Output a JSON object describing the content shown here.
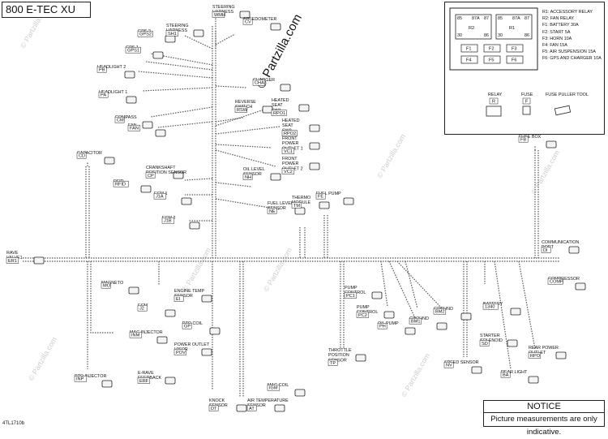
{
  "title": "800 E-TEC XU",
  "watermark": "© Partzilla.com",
  "drawing_code": "4TL1710b",
  "notice": {
    "title": "NOTICE",
    "text": "Picture measurements are only indicative."
  },
  "legend": {
    "relay_codes": [
      "R2",
      "R1"
    ],
    "relay_pins": [
      "85",
      "87A",
      "87",
      "30",
      "86"
    ],
    "fuse_codes": [
      "F1",
      "F2",
      "F3",
      "F4",
      "F5",
      "F6"
    ],
    "items": [
      "R1: ACCESSORY RELAY",
      "R2: FAN RELAY",
      "F1: BATTERY 30A",
      "F2: START 5A",
      "F3: HORN 10A",
      "F4: FAN 15A",
      "F5: AIR SUSPENSION 15A",
      "F6: GPS AND CHARGER 10A"
    ],
    "parts": [
      {
        "name": "RELAY",
        "code": "R"
      },
      {
        "name": "FUSE",
        "code": "F"
      },
      {
        "name": "FUSE PULLER TOOL",
        "code": ""
      }
    ]
  },
  "connectors": [
    {
      "id": "steering_harness_wmh",
      "code": "WMH",
      "lines": [
        "STEERING",
        "HARNESS"
      ]
    },
    {
      "id": "speedometer",
      "code": "CV",
      "lines": [
        "SPEEDOMETER"
      ]
    },
    {
      "id": "steering_harness_sh1",
      "code": "SH1",
      "lines": [
        "STEERING",
        "HARNESS"
      ]
    },
    {
      "id": "gps2",
      "code": "GPS2",
      "lines": [
        "GPS 2"
      ]
    },
    {
      "id": "gps1",
      "code": "GPS1",
      "lines": [
        "GPS 1"
      ]
    },
    {
      "id": "headlight2",
      "code": "PB",
      "lines": [
        "HEADLIGHT 2"
      ]
    },
    {
      "id": "headlight1",
      "code": "PA",
      "lines": [
        "HEADLIGHT 1"
      ]
    },
    {
      "id": "charger",
      "code": "CHA",
      "lines": [
        "CHARGER"
      ]
    },
    {
      "id": "compass",
      "code": "CM",
      "lines": [
        "COMPASS"
      ]
    },
    {
      "id": "fan",
      "code": "FAN",
      "lines": [
        "FAN"
      ]
    },
    {
      "id": "reverse_switch",
      "code": "RSW",
      "lines": [
        "REVERSE",
        "SWITCH"
      ]
    },
    {
      "id": "heated_seat_sw1",
      "code": "RPO1",
      "lines": [
        "HEATED",
        "SEAT",
        "SW1"
      ]
    },
    {
      "id": "heated_seat_sw2",
      "code": "RPO2",
      "lines": [
        "HEATED",
        "SEAT",
        "SW2"
      ]
    },
    {
      "id": "front_power_outlet1",
      "code": "VC1",
      "lines": [
        "FRONT",
        "POWER",
        "OUTLET 1"
      ]
    },
    {
      "id": "front_power_outlet2",
      "code": "VC2",
      "lines": [
        "FRONT",
        "POWER",
        "OUTLET 2"
      ]
    },
    {
      "id": "capacitor",
      "code": "CD",
      "lines": [
        "CAPACITOR"
      ]
    },
    {
      "id": "crankshaft_sensor",
      "code": "CP",
      "lines": [
        "CRANKSHAFT",
        "POSITION SENSOR"
      ]
    },
    {
      "id": "rfid",
      "code": "RFID",
      "lines": [
        "RFID"
      ]
    },
    {
      "id": "oil_level_sensor",
      "code": "NH",
      "lines": [
        "OIL LEVEL",
        "SENSOR"
      ]
    },
    {
      "id": "ecm1",
      "code": "J1A",
      "lines": [
        "ECM 1"
      ]
    },
    {
      "id": "fuel_level_sensor",
      "code": "NE",
      "lines": [
        "FUEL LEVEL",
        "SENSOR"
      ]
    },
    {
      "id": "thermo_module",
      "code": "TM",
      "lines": [
        "THERMO",
        "MODULE"
      ]
    },
    {
      "id": "fuel_pump",
      "code": "FE",
      "lines": [
        "FUEL PUMP"
      ]
    },
    {
      "id": "ecm2",
      "code": "J1B",
      "lines": [
        "ECM 2"
      ]
    },
    {
      "id": "fuse_box",
      "code": "FB",
      "lines": [
        "FUSE BOX"
      ]
    },
    {
      "id": "rave_valve1",
      "code": "ER1",
      "lines": [
        "RAVE",
        "VALVE1"
      ]
    },
    {
      "id": "communication_port",
      "code": "DI",
      "lines": [
        "COMMUNICATION",
        "PORT"
      ]
    },
    {
      "id": "compressor",
      "code": "COMP",
      "lines": [
        "COMPRESSOR"
      ]
    },
    {
      "id": "magneto",
      "code": "MO",
      "lines": [
        "MAGNETO"
      ]
    },
    {
      "id": "ecm_j2",
      "code": "J2",
      "lines": [
        "ECM"
      ]
    },
    {
      "id": "engine_temp_sensor",
      "code": "EI",
      "lines": [
        "ENGINE TEMP",
        "SENSOR"
      ]
    },
    {
      "id": "pto_coil",
      "code": "GP",
      "lines": [
        "PTO COIL"
      ]
    },
    {
      "id": "mag_injector",
      "code": "INM",
      "lines": [
        "MAG INJECTOR"
      ]
    },
    {
      "id": "power_outlet_visor",
      "code": "POV",
      "lines": [
        "POWER OUTLET",
        "VISOR"
      ]
    },
    {
      "id": "erave_feedback",
      "code": "ERF",
      "lines": [
        "E-RAVE",
        "FEEDBACK"
      ]
    },
    {
      "id": "mag_coil",
      "code": "IGM",
      "lines": [
        "MAG COIL"
      ]
    },
    {
      "id": "knock_sensor",
      "code": "DT",
      "lines": [
        "KNOCK",
        "SENSOR"
      ]
    },
    {
      "id": "air_temp_sensor",
      "code": "AT",
      "lines": [
        "AIR TEMPERATURE",
        "SENSOR"
      ]
    },
    {
      "id": "pto_injector",
      "code": "INP",
      "lines": [
        "PTO INJECTOR"
      ]
    },
    {
      "id": "pump_control1",
      "code": "PC1",
      "lines": [
        "PUMP",
        "CONTROL"
      ]
    },
    {
      "id": "pump_control2",
      "code": "PC2",
      "lines": [
        "PUMP",
        "CONTROL"
      ]
    },
    {
      "id": "oil_pump",
      "code": "PH",
      "lines": [
        "OIL PUMP"
      ]
    },
    {
      "id": "ground_bm1",
      "code": "BM1",
      "lines": [
        "GROUND"
      ]
    },
    {
      "id": "ground_bm2",
      "code": "BM2",
      "lines": [
        "GROUND"
      ]
    },
    {
      "id": "throttle_position_sensor",
      "code": "TP",
      "lines": [
        "THROTTLE",
        "POSITION",
        "SENSOR"
      ]
    },
    {
      "id": "battery",
      "code": "1340",
      "lines": [
        "BATTERY"
      ]
    },
    {
      "id": "starter_solenoid",
      "code": "SD",
      "lines": [
        "STARTER",
        "SOLENOID"
      ]
    },
    {
      "id": "speed_sensor",
      "code": "NV",
      "lines": [
        "SPEED SENSOR"
      ]
    },
    {
      "id": "rear_light",
      "code": "BA",
      "lines": [
        "REAR LIGHT"
      ]
    },
    {
      "id": "rear_power_outlet",
      "code": "RPO",
      "lines": [
        "REAR POWER",
        "OUTLET"
      ]
    }
  ]
}
